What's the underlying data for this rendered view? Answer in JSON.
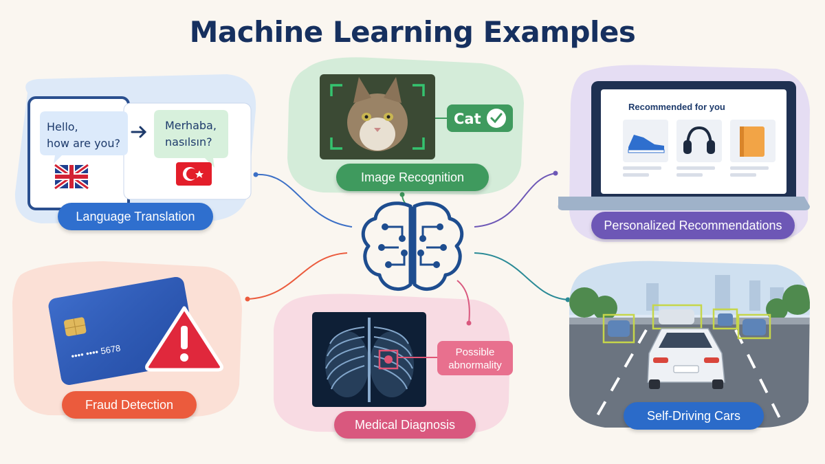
{
  "title": "Machine Learning Examples",
  "examples": [
    {
      "label": "Language Translation",
      "color": "#2f6fce"
    },
    {
      "label": "Image Recognition",
      "color": "#3f9a5e"
    },
    {
      "label": "Personalized Recommendations",
      "color": "#6d57b6"
    },
    {
      "label": "Fraud Detection",
      "color": "#eb5b3d"
    },
    {
      "label": "Medical Diagnosis",
      "color": "#d9587e"
    },
    {
      "label": "Self-Driving Cars",
      "color": "#2b6bc9"
    }
  ],
  "translation": {
    "source_line1": "Hello,",
    "source_line2": "how are you?",
    "target_line1": "Merhaba,",
    "target_line2": "nasılsın?",
    "arrow_icon": "arrow-right-icon",
    "source_flag": "uk-flag-icon",
    "target_flag": "turkey-flag-icon"
  },
  "image_recognition": {
    "result": "Cat",
    "check_icon": "check-circle-icon"
  },
  "recommendations": {
    "heading": "Recommended for you",
    "items": [
      "sneaker-icon",
      "headphones-icon",
      "book-icon"
    ]
  },
  "fraud": {
    "card_number": "•••• •••• 5678",
    "warning_icon": "warning-triangle-icon"
  },
  "medical": {
    "line1": "Possible",
    "line2": "abnormality"
  },
  "center_icon": "brain-circuit-icon"
}
